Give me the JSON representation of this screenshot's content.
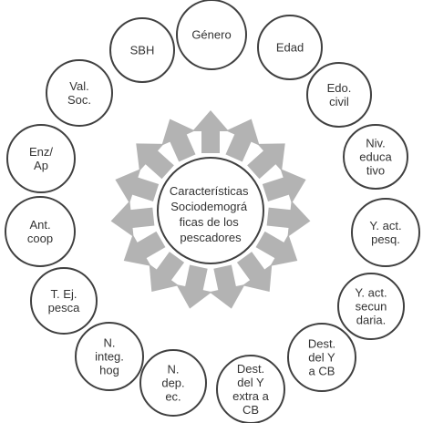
{
  "center": {
    "lines": [
      "Características",
      "Sociodemográ",
      "ficas de los",
      "pescadores"
    ]
  },
  "nodes": [
    {
      "id": "genero",
      "lines": [
        "Género"
      ]
    },
    {
      "id": "edad",
      "lines": [
        "Edad"
      ]
    },
    {
      "id": "edo-civil",
      "lines": [
        "Edo.",
        "civil"
      ]
    },
    {
      "id": "niv-educativo",
      "lines": [
        "Niv.",
        "educa",
        "tivo"
      ]
    },
    {
      "id": "y-act-pesq",
      "lines": [
        "Y. act.",
        "pesq."
      ]
    },
    {
      "id": "y-act-secundaria",
      "lines": [
        "Y. act.",
        "secun",
        "daria."
      ]
    },
    {
      "id": "dest-y-cb",
      "lines": [
        "Dest.",
        "del Y",
        "a CB"
      ]
    },
    {
      "id": "dest-y-extra-cb",
      "lines": [
        "Dest.",
        "del Y",
        "extra a",
        "CB"
      ]
    },
    {
      "id": "n-dep-ec",
      "lines": [
        "N.",
        "dep.",
        "ec."
      ]
    },
    {
      "id": "n-integ-hog",
      "lines": [
        "N.",
        "integ.",
        "hog"
      ]
    },
    {
      "id": "t-ej-pesca",
      "lines": [
        "T. Ej.",
        "pesca"
      ]
    },
    {
      "id": "ant-coop",
      "lines": [
        "Ant.",
        "coop"
      ]
    },
    {
      "id": "enz-ap",
      "lines": [
        "Enz/",
        "Ap"
      ]
    },
    {
      "id": "val-soc",
      "lines": [
        "Val.",
        "Soc."
      ]
    },
    {
      "id": "sbh",
      "lines": [
        "SBH"
      ]
    }
  ],
  "colors": {
    "arrow_fill": "#b3b3b3",
    "circle_stroke": "#404040",
    "text": "#333333"
  }
}
